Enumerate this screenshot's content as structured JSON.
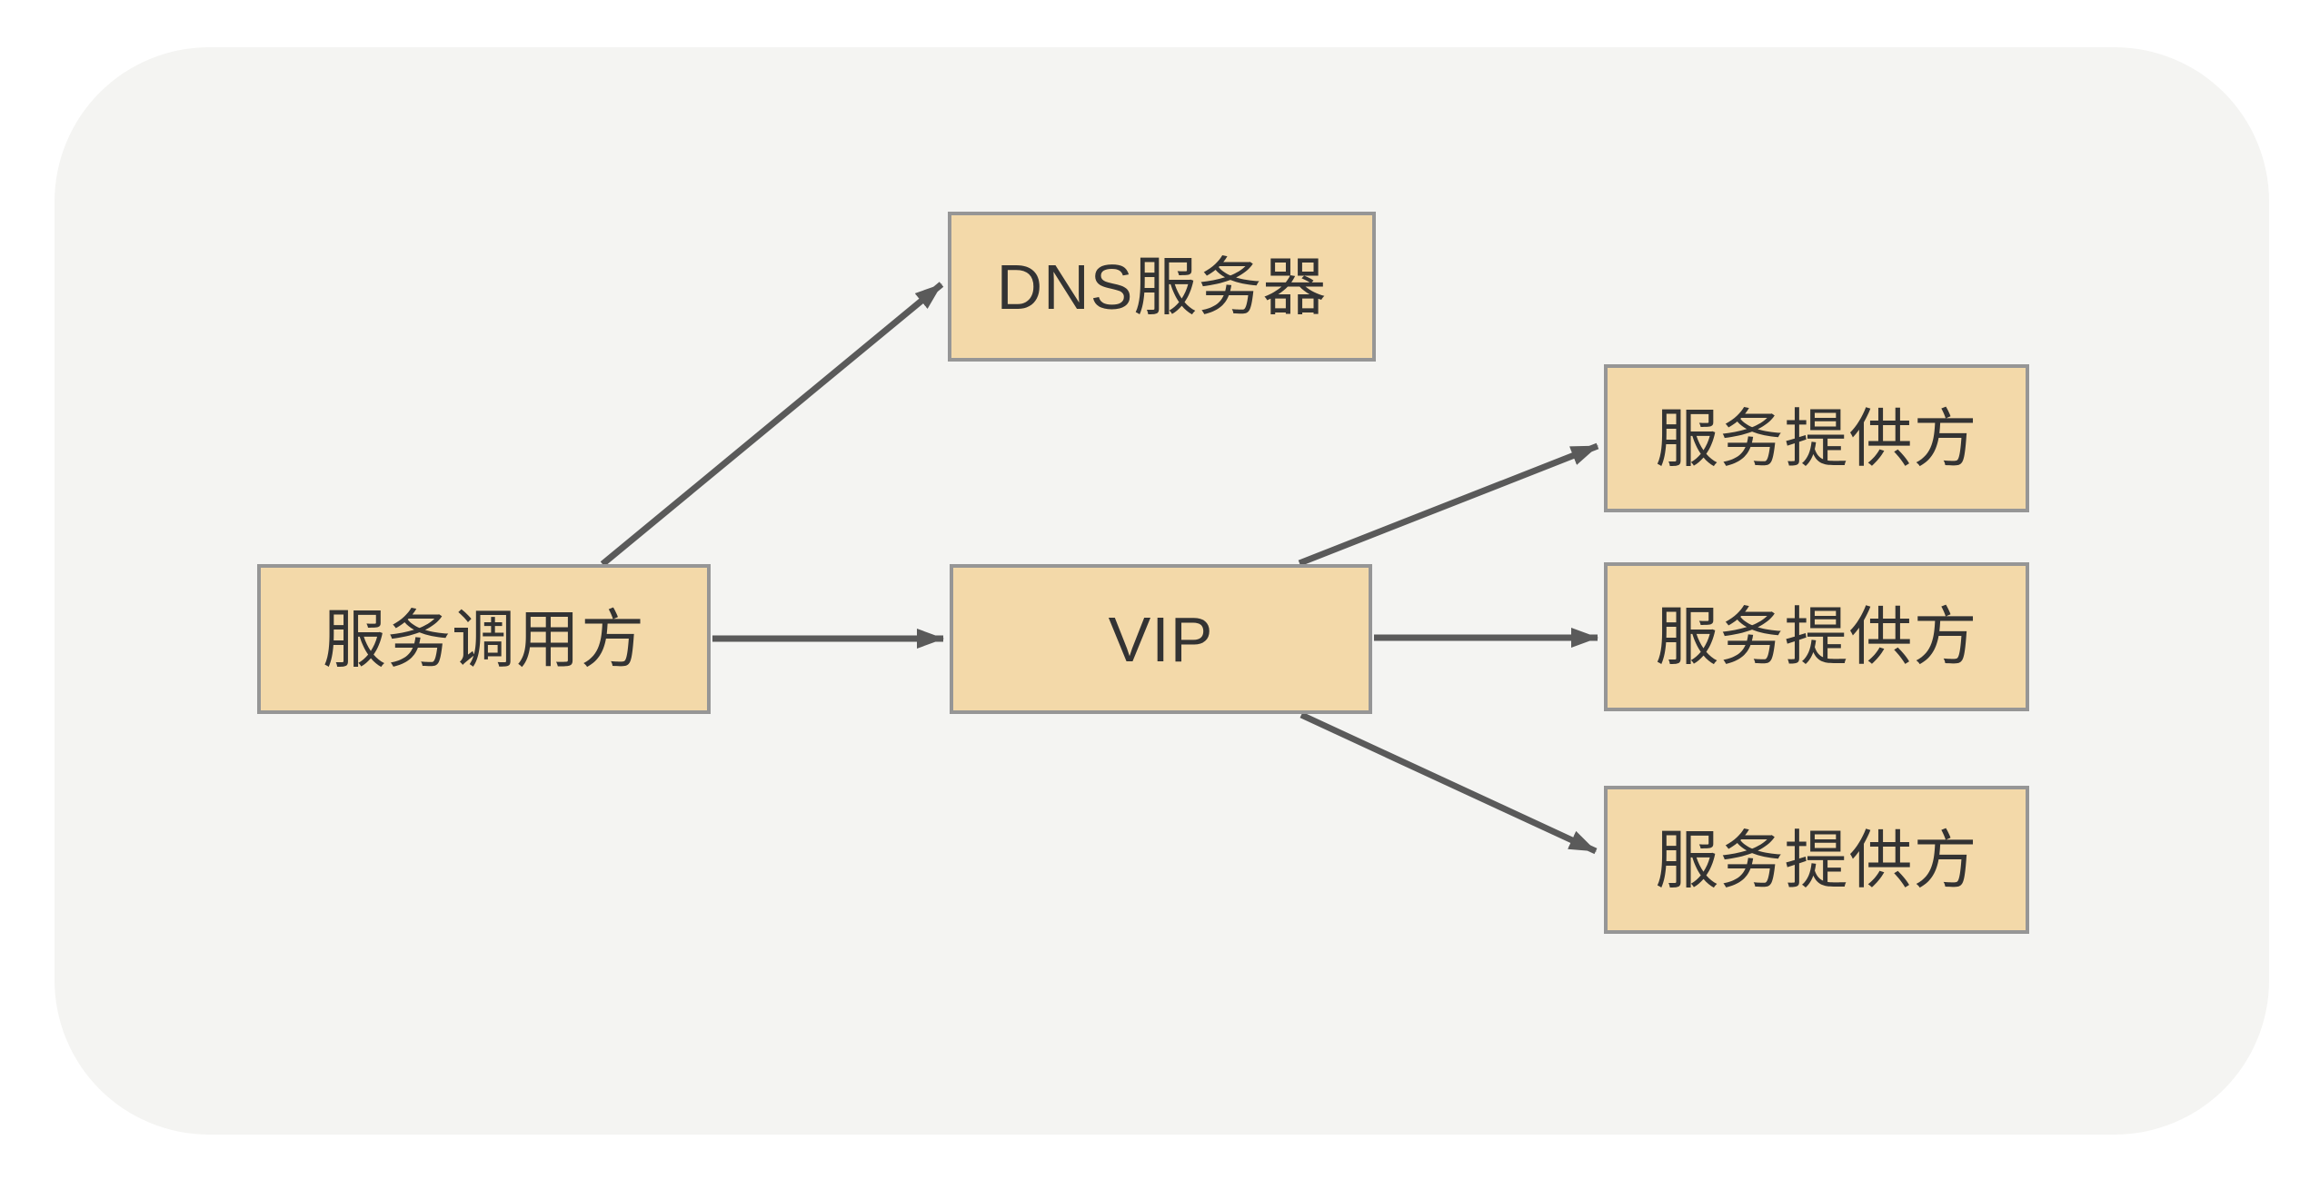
{
  "diagram": {
    "nodes": {
      "caller": {
        "label": "服务调用方"
      },
      "dns": {
        "label": "DNS服务器"
      },
      "vip": {
        "label": "VIP"
      },
      "provider1": {
        "label": "服务提供方"
      },
      "provider2": {
        "label": "服务提供方"
      },
      "provider3": {
        "label": "服务提供方"
      }
    },
    "edges": [
      {
        "from": "caller",
        "to": "dns"
      },
      {
        "from": "caller",
        "to": "vip"
      },
      {
        "from": "vip",
        "to": "provider1"
      },
      {
        "from": "vip",
        "to": "provider2"
      },
      {
        "from": "vip",
        "to": "provider3"
      }
    ],
    "colors": {
      "page_bg": "#FFFFFF",
      "panel_bg": "#F4F4F2",
      "node_fill": "#F3D9A9",
      "node_border": "#969696",
      "arrow": "#5A5A5A",
      "text": "#333333"
    }
  }
}
